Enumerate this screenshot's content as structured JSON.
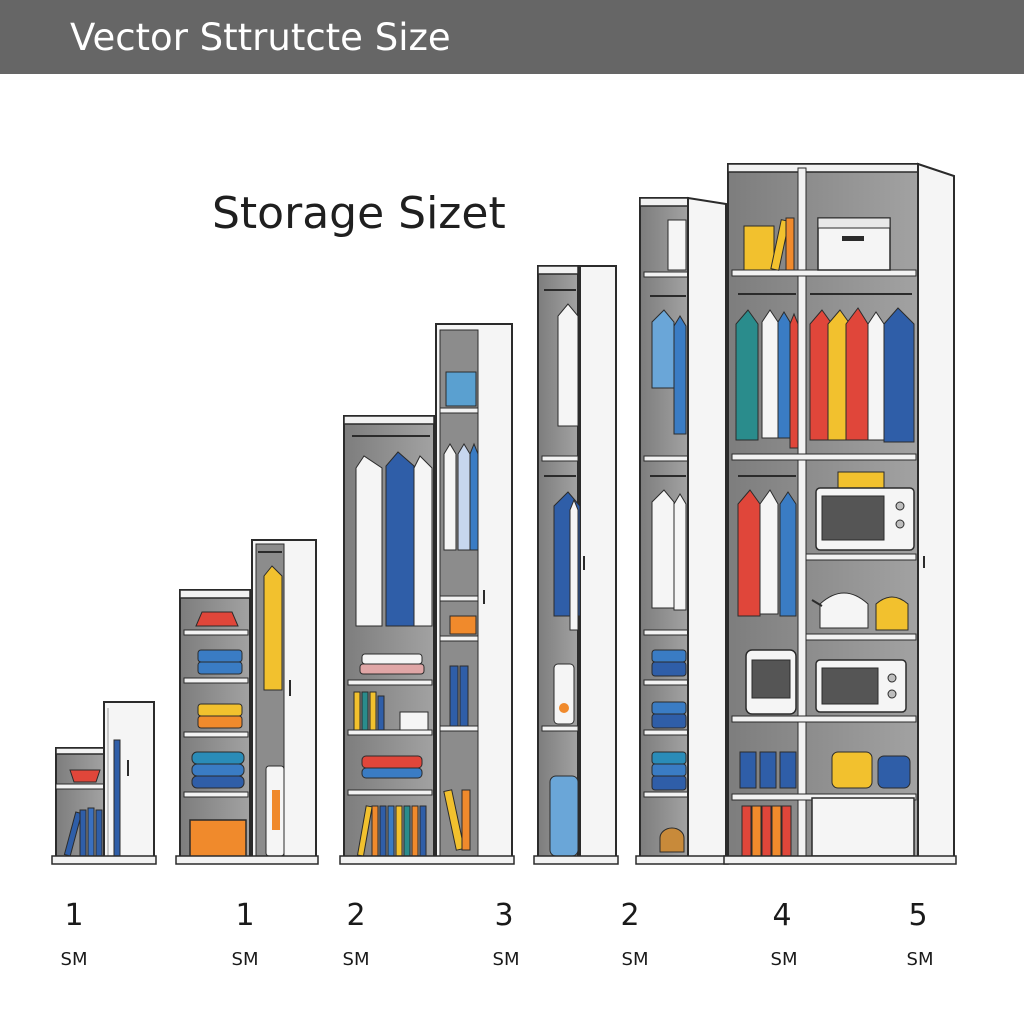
{
  "header": {
    "title": "Vector Sttrutcte Size"
  },
  "subtitle": "Storage Sizet",
  "colors": {
    "header_bg": "#666666",
    "cabinet_frame": "#2b2b2b",
    "cabinet_body": "#f2f2f2",
    "cabinet_interior": "#8c8c8c",
    "door": "#f5f5f5",
    "blue": "#2f5ea8",
    "red": "#e0463a",
    "yellow": "#f2c12e",
    "orange": "#f08a2c",
    "teal": "#2a8c8c"
  },
  "cabinets": [
    {
      "number": "1",
      "unit": "SM",
      "contents": [
        "bowl-icon",
        "books-icon"
      ]
    },
    {
      "number": "1",
      "unit": "SM",
      "contents": [
        "folded-towels-icon",
        "storage-bin-icon",
        "hanging-coat-icon",
        "spray-bottle-icon"
      ]
    },
    {
      "number": "2",
      "unit": "SM",
      "contents": [
        "hanging-clothes-icon",
        "folded-towels-icon",
        "books-icon",
        "storage-box-icon"
      ]
    },
    {
      "number": "3",
      "unit": "SM",
      "contents": [
        "hanging-clothes-icon",
        "bottle-icon"
      ]
    },
    {
      "number": "2",
      "unit": "SM",
      "contents": [
        "hanging-clothes-icon",
        "folded-towels-icon",
        "kettle-icon"
      ]
    },
    {
      "number": "4",
      "unit": "SM",
      "contents": [
        "hanging-clothes-icon",
        "microwave-icon",
        "kettle-icon",
        "pots-icon",
        "books-icon"
      ]
    },
    {
      "number": "5",
      "unit": "SM",
      "contents": [
        "storage-box-icon",
        "hanging-clothes-icon",
        "microwave-icon",
        "pots-icon"
      ]
    }
  ]
}
